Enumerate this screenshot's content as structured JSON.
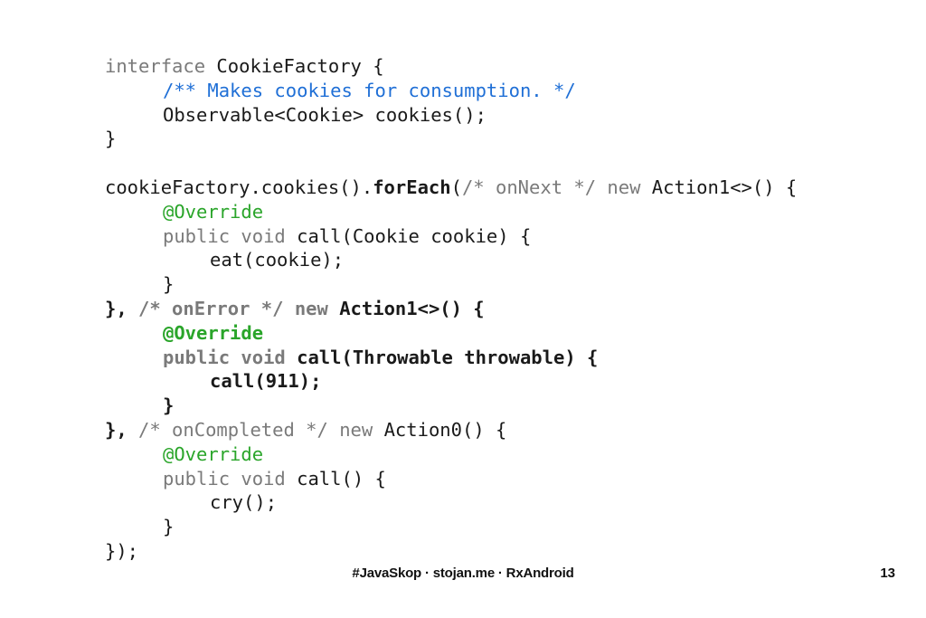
{
  "code": {
    "l1_kw": "interface",
    "l1_rest": " CookieFactory {",
    "l2_doc": "/** Makes cookies for consumption. */",
    "l3": "Observable<Cookie> cookies();",
    "l4": "}",
    "l6_a": "cookieFactory.cookies().",
    "l6_fn": "forEach",
    "l6_b": "(",
    "l6_cm": "/* onNext */",
    "l6_sp": " ",
    "l6_kw": "new",
    "l6_c": " Action1<>() {",
    "l7_ann": "@Override",
    "l8_kw": "public void",
    "l8_rest": " call(Cookie cookie) {",
    "l9": "eat(cookie);",
    "l10": "}",
    "l11_a": "}, ",
    "l11_cm": "/* onError */",
    "l11_sp": " ",
    "l11_kw": "new",
    "l11_b": " Action1<>() {",
    "l12_ann": "@Override",
    "l13_kw": "public void",
    "l13_rest": " call(Throwable throwable) {",
    "l14": "call(911);",
    "l15": "}",
    "l16_a": "}, ",
    "l16_cm": "/* onCompleted */",
    "l16_sp": " ",
    "l16_kw": "new",
    "l16_b": " Action0() {",
    "l17_ann": "@Override",
    "l18_kw": "public void",
    "l18_rest": " call() {",
    "l19": "cry();",
    "l20": "}",
    "l21": "});"
  },
  "footer": {
    "text": "#JavaSkop · stojan.me · RxAndroid",
    "page_number": "13"
  },
  "colors": {
    "background": "#ffffff",
    "text": "#1a1a1a",
    "keyword_comment": "#7a7a7a",
    "doc_comment": "#1f6fd6",
    "annotation": "#2aa52a"
  }
}
